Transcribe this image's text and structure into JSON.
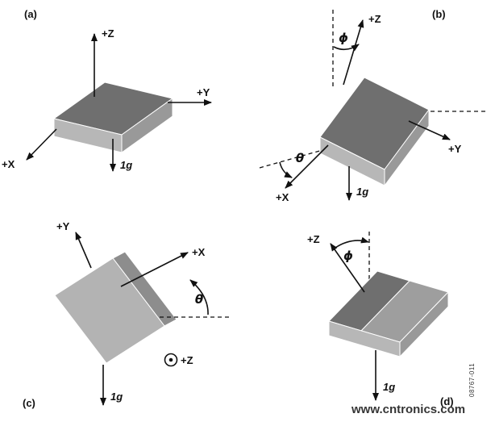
{
  "colors": {
    "box_top": "#6f6f6f",
    "box_light": "#b7b7b7",
    "box_mid": "#999999",
    "box_big_face": "#b3b3b3",
    "box_edge_dark": "#8d8d8d",
    "box_edge_light": "#c9c9c9",
    "box_d_top_right": "#9e9e9e",
    "watermark": "#84cd84"
  },
  "figure": {
    "panel_a": {
      "tag": "(a)",
      "axis_z": "+Z",
      "axis_y": "+Y",
      "axis_x": "+X",
      "gravity": "1g"
    },
    "panel_b": {
      "tag": "(b)",
      "axis_z": "+Z",
      "axis_y": "+Y",
      "axis_x": "+X",
      "gravity": "1g",
      "angle_phi": "ϕ",
      "angle_theta": "θ"
    },
    "panel_c": {
      "tag": "(c)",
      "axis_y": "+Y",
      "axis_x": "+X",
      "axis_z_out": "+Z",
      "gravity": "1g",
      "angle_theta": "θ"
    },
    "panel_d": {
      "tag": "(d)",
      "axis_z": "+Z",
      "gravity": "1g",
      "angle_phi": "ϕ"
    },
    "figure_number": "08767-011",
    "watermark": "www.cntronics.com"
  }
}
